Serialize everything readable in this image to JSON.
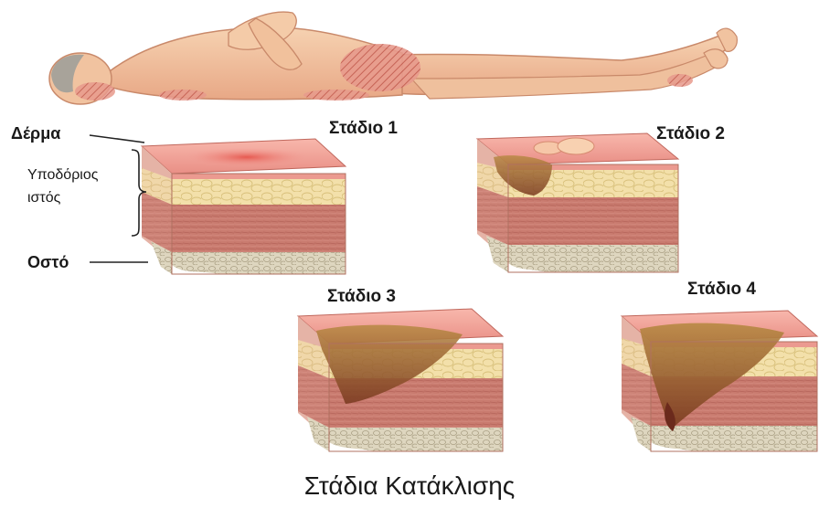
{
  "labels": {
    "skin": "Δέρμα",
    "subcutaneous_line1": "Υποδόριος",
    "subcutaneous_line2": "ιστός",
    "bone": "Οστό"
  },
  "stages": [
    {
      "label": "Στάδιο 1"
    },
    {
      "label": "Στάδιο 2"
    },
    {
      "label": "Στάδιο 3"
    },
    {
      "label": "Στάδιο 4"
    }
  ],
  "title": "Στάδια Κατάκλισης",
  "colors": {
    "skin_body": "#f3c7a1",
    "skin_top": "#f0a6a0",
    "fat": "#f3e0aa",
    "muscle": "#c97b6f",
    "bone": "#ded6bf",
    "wound": "#9a5a2e",
    "pressure_area": "#d9766c"
  }
}
